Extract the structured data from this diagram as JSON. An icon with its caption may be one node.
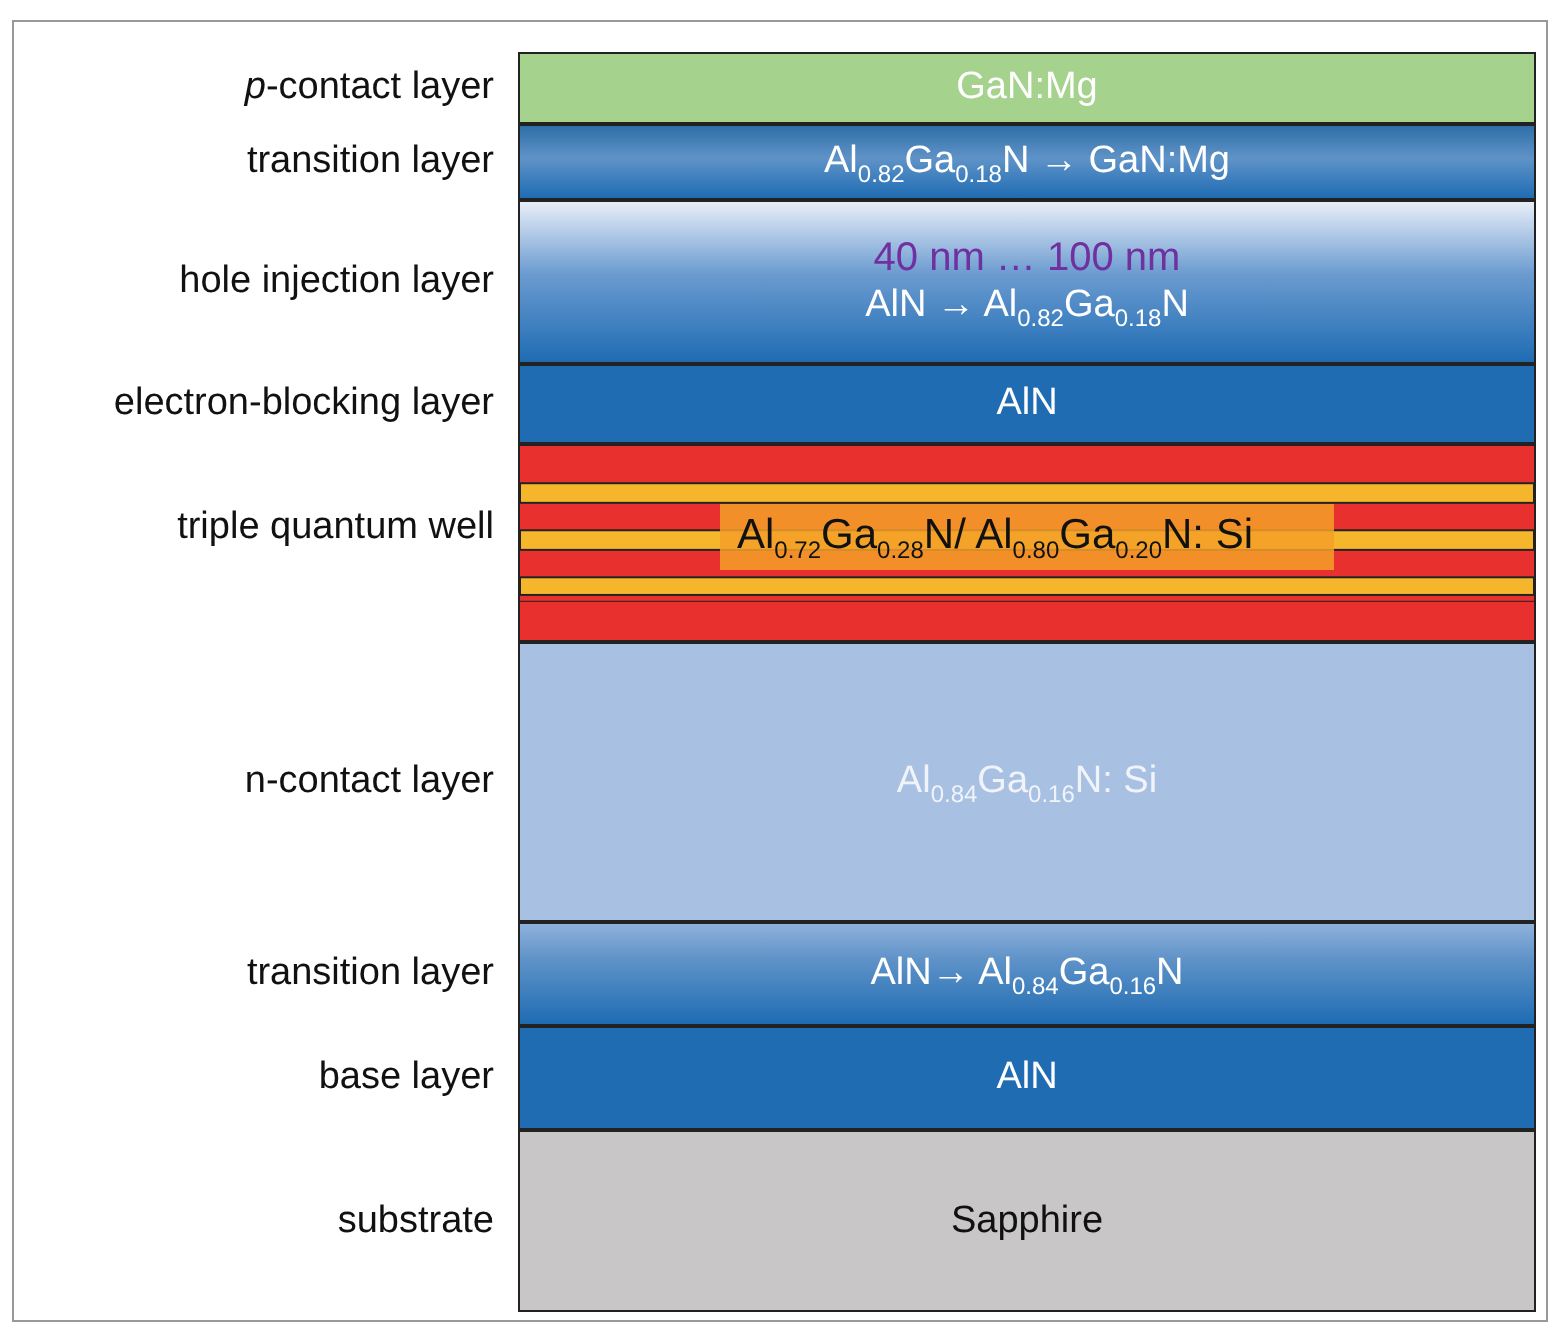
{
  "diagram": {
    "nodes": [
      {
        "text": [
          "GaN:Mg"
        ],
        "beside": [
          "*p*-contact layer"
        ]
      },
      {
        "text": [
          "Al$_{0.82}$Ga$_{0.18}$N → GaN:Mg"
        ],
        "beside": [
          "transition layer"
        ]
      },
      {
        "text": [
          "40 nm … 100 nm",
          "AlN → Al$_{0.82}$Ga$_{0.18}$N"
        ],
        "beside": [
          "hole injection layer"
        ]
      },
      {
        "text": [
          "AlN"
        ],
        "beside": [
          "electron-blocking layer"
        ]
      },
      {
        "text": [
          "Al$_{0.72}$Ga$_{0.28}$N/ Al$_{0.80}$Ga$_{0.20}$N: Si"
        ],
        "beside": [
          "triple quantum well"
        ]
      },
      {
        "text": [
          "Al$_{0.84}$Ga$_{0.16}$N: Si"
        ],
        "beside": [
          "n-contact layer"
        ]
      },
      {
        "text": [
          "AlN→ Al$_{0.84}$Ga$_{0.16}$N"
        ],
        "beside": [
          "transition layer"
        ]
      },
      {
        "text": [
          "AlN"
        ],
        "beside": [
          "base layer"
        ]
      },
      {
        "text": [
          "Sapphire"
        ],
        "beside": [
          "substrate"
        ]
      }
    ]
  }
}
